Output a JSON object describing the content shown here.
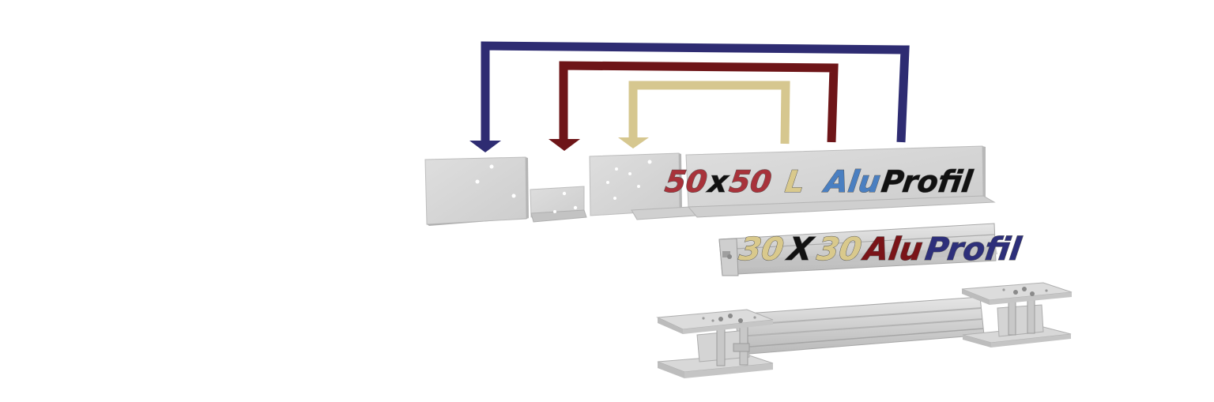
{
  "profile_50": {
    "text_parts": [
      "50",
      "x",
      "50",
      "L",
      "Alu",
      "Profil"
    ],
    "colors": [
      "#a8323a",
      "#111111",
      "#a8323a",
      "#d9c98c",
      "#4a7fc1",
      "#111111"
    ]
  },
  "profile_30": {
    "text_parts": [
      "30",
      "X",
      "30",
      "Alu",
      "Profil"
    ],
    "colors": [
      "#d9c98c",
      "#111111",
      "#d9c98c",
      "#7a1418",
      "#2d2f7a"
    ]
  },
  "arrow_colors": {
    "outer": "#2e2c72",
    "middle": "#6e1518",
    "inner": "#d6c78f"
  },
  "part_color": "#d7d7d7"
}
